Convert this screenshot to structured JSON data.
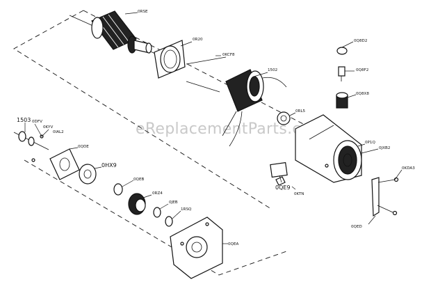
{
  "watermark": "eReplacementParts.com",
  "callouts": {
    "armature": "0RSE",
    "fan_baffle": "0R20",
    "long_screw": "0KCF8",
    "field": "1502",
    "brush_cap": "0Q8D2",
    "brush_spring": "0Q8F2",
    "brush_holder": "0Q8X8",
    "bearing": "0RL5",
    "housing": "0P1Q",
    "housing_screw": "0JXB2",
    "gear_shaft": "1503",
    "key_a": "0DFV",
    "key_b": "0KYV",
    "dial": "0IAL2",
    "gear_cover": "0QDE",
    "washer_big": "0HX9",
    "bush": "0QEB",
    "gear": "0RZ4",
    "snap_ring": "0JEB",
    "small_bearing": "1RSQ",
    "gearbox_case": "0QEA",
    "label": "0QE9",
    "nut": "0KTN",
    "handle_screw": "0KDA3",
    "handle": "0QED"
  }
}
